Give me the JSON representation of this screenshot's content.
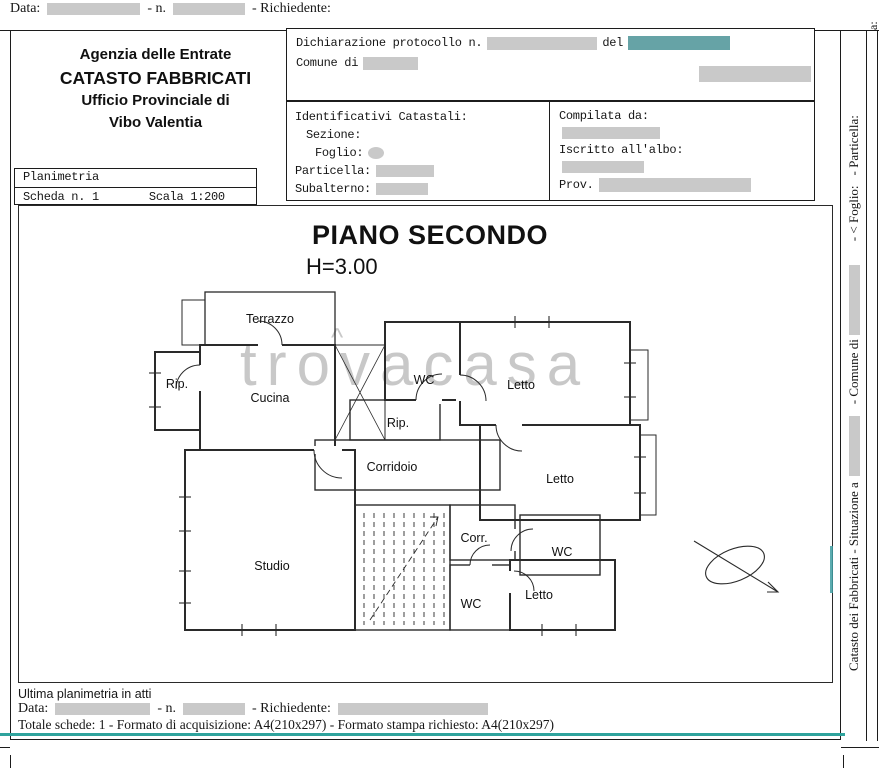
{
  "colors": {
    "redaction": "#c9c9c9",
    "redaction_teal": "#66a3a6",
    "rule_teal": "#2fa39d"
  },
  "top_line": {
    "data_label": "Data:",
    "n_label": "- n.",
    "richiedente_label": "- Richiedente:"
  },
  "agency": {
    "line1": "Agenzia delle Entrate",
    "line2": "CATASTO FABBRICATI",
    "line3": "Ufficio Provinciale di",
    "line4": "Vibo Valentia"
  },
  "declaration": {
    "protocol_label": "Dichiarazione protocollo n.",
    "del_label": "del",
    "comune_label": "Comune di"
  },
  "catastali": {
    "title": "Identificativi Catastali:",
    "sezione_label": "Sezione:",
    "foglio_label": "Foglio:",
    "particella_label": "Particella:",
    "subalterno_label": "Subalterno:"
  },
  "compilata": {
    "title": "Compilata da:",
    "iscritto_label": "Iscritto all'albo:",
    "prov_label": "Prov."
  },
  "planimetria": {
    "title": "Planimetria",
    "scheda_label": "Scheda n. 1",
    "scala_label": "Scala 1:200"
  },
  "plan": {
    "title": "PIANO SECONDO",
    "height_label": "H=3.00",
    "watermark": "trovacasa",
    "watermark_hat": "^",
    "rooms": [
      {
        "label": "Terrazzo"
      },
      {
        "label": "Rip."
      },
      {
        "label": "Cucina"
      },
      {
        "label": "WC"
      },
      {
        "label": "Letto"
      },
      {
        "label": "Rip."
      },
      {
        "label": "Corridoio"
      },
      {
        "label": "Letto"
      },
      {
        "label": "Studio"
      },
      {
        "label": "Corr."
      },
      {
        "label": "WC"
      },
      {
        "label": "WC"
      },
      {
        "label": "Letto"
      }
    ]
  },
  "footer": {
    "ultima_label": "Ultima planimetria in atti",
    "data_label": "Data:",
    "n_label": "- n.",
    "richiedente_label": "- Richiedente:",
    "totale_line": "Totale schede: 1 - Formato di acquisizione: A4(210x297)  - Formato stampa richiesto: A4(210x297)"
  },
  "sidebar": {
    "seg_catasto": "Catasto dei Fabbricati - Situazione a",
    "seg_comune": "- Comune di",
    "seg_foglio": "- < Foglio:",
    "seg_particella": "- Particella:",
    "edge_fragment": "a:"
  }
}
